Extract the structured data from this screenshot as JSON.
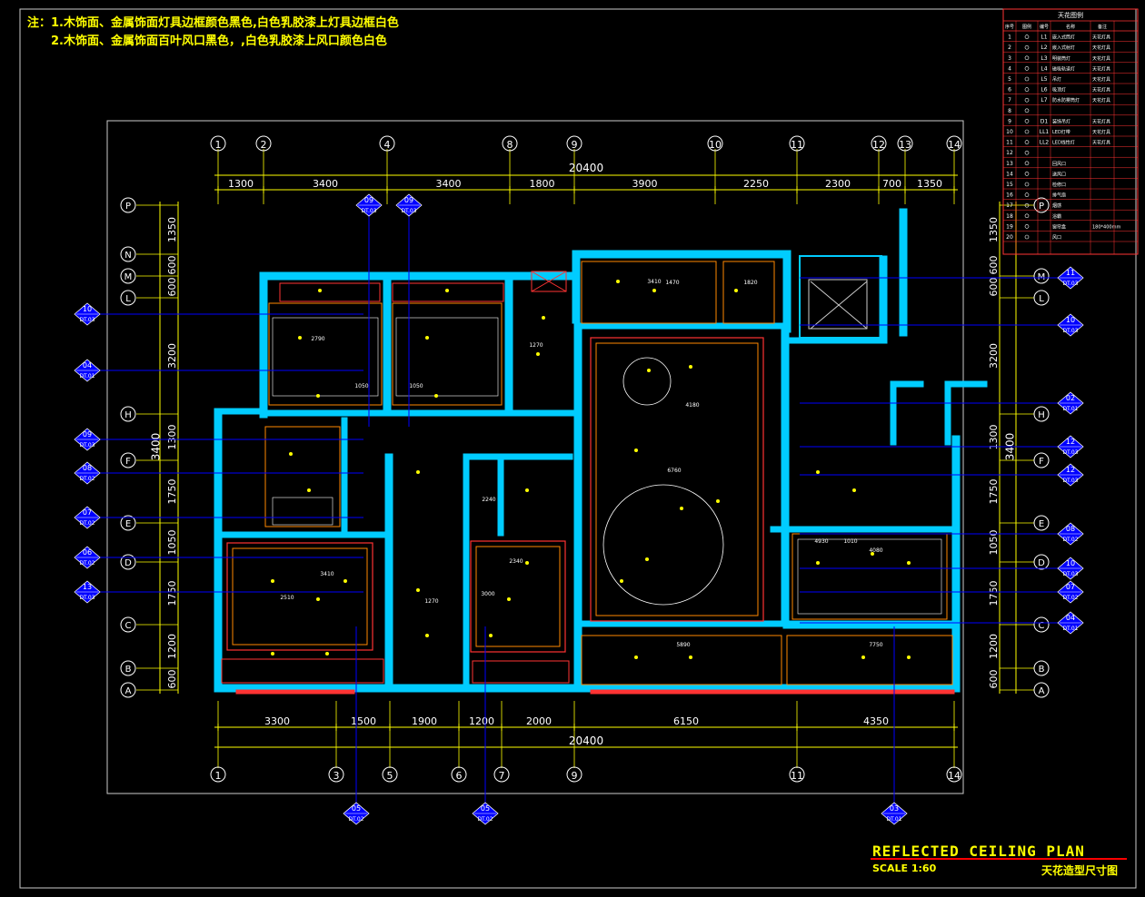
{
  "notes": {
    "line1": "注：1.木饰面、金属饰面灯具边框颜色黑色,白色乳胶漆上灯具边框白色",
    "line2": "2.木饰面、金属饰面百叶风口黑色，,白色乳胶漆上风口颜色白色"
  },
  "title": {
    "main": "REFLECTED CEILING PLAN",
    "scale": "SCALE 1:60",
    "cn": "天花造型尺寸图"
  },
  "colors": {
    "background": "#000000",
    "wall": "#00ccff",
    "grid": "#0000ff",
    "dimension": "#ffff00",
    "detail": "#ff3333",
    "interior": "#ffffff",
    "ceiling": "#ff8800",
    "axis_text": "#ffffff"
  },
  "axes": {
    "top": [
      "1",
      "2",
      "4",
      "8",
      "9",
      "10",
      "11",
      "12",
      "13",
      "14"
    ],
    "bottom": [
      "1",
      "3",
      "5",
      "6",
      "7",
      "9",
      "11",
      "14"
    ],
    "left": [
      "P",
      "N",
      "M",
      "L",
      "H",
      "F",
      "E",
      "D",
      "C",
      "B",
      "A"
    ],
    "right": [
      "P",
      "M",
      "L",
      "H",
      "F",
      "E",
      "D",
      "C",
      "B",
      "A"
    ]
  },
  "dimensions": {
    "top_segments": [
      "1300",
      "3400",
      "3400",
      "1800",
      "3900",
      "2250",
      "2300",
      "700",
      "1350"
    ],
    "top_total": "20400",
    "bottom_segments": [
      "3300",
      "1500",
      "1900",
      "1200",
      "2000",
      "6150",
      "4350"
    ],
    "bottom_total": "20400",
    "left_segments": [
      "1350",
      "600",
      "600",
      "3200",
      "1300",
      "1750",
      "1050",
      "1750",
      "1200",
      "600"
    ],
    "left_total": "3400",
    "right_segments": [
      "1350",
      "600",
      "600",
      "3200",
      "1300",
      "1750",
      "1050",
      "1750",
      "1200",
      "600"
    ],
    "right_total": "3400"
  },
  "section_tags": {
    "left": [
      {
        "num": "10",
        "sheet": "DT.03"
      },
      {
        "num": "04",
        "sheet": "DT.01"
      },
      {
        "num": "09",
        "sheet": "DT.03"
      },
      {
        "num": "08",
        "sheet": "DT.02"
      },
      {
        "num": "07",
        "sheet": "DT.02"
      },
      {
        "num": "06",
        "sheet": "DT.02"
      },
      {
        "num": "13",
        "sheet": "DT.03"
      }
    ],
    "right": [
      {
        "num": "11",
        "sheet": "DT.03"
      },
      {
        "num": "10",
        "sheet": "DT.03"
      },
      {
        "num": "02",
        "sheet": "DT.01"
      },
      {
        "num": "12",
        "sheet": "DT.03"
      },
      {
        "num": "12",
        "sheet": "DT.03"
      },
      {
        "num": "08",
        "sheet": "DT.02"
      },
      {
        "num": "10",
        "sheet": "DT.03"
      },
      {
        "num": "07",
        "sheet": "DT.02"
      },
      {
        "num": "04",
        "sheet": "DT.01"
      }
    ],
    "top": [
      {
        "num": "09",
        "sheet": "DT.03"
      },
      {
        "num": "09",
        "sheet": "DT.03"
      }
    ],
    "bottom": [
      {
        "num": "05",
        "sheet": "DT.02"
      },
      {
        "num": "05",
        "sheet": "DT.02"
      },
      {
        "num": "03",
        "sheet": "DT.01"
      }
    ]
  },
  "room_dims": [
    "2790",
    "1270",
    "3410",
    "1470",
    "1820",
    "2240",
    "4180",
    "6760",
    "5890",
    "4080",
    "7750",
    "2340",
    "3000",
    "3410",
    "2510",
    "1270",
    "1050",
    "1050",
    "4930",
    "1010"
  ],
  "legend": {
    "title": "天花图例",
    "headers": [
      "序号",
      "图例",
      "编号",
      "名称",
      "备注"
    ],
    "rows": [
      {
        "n": "1",
        "code": "L1",
        "name": "嵌入式筒灯",
        "note": "天花灯具"
      },
      {
        "n": "2",
        "code": "L2",
        "name": "嵌入式射灯",
        "note": "天花灯具"
      },
      {
        "n": "3",
        "code": "L3",
        "name": "明装筒灯",
        "note": "天花灯具"
      },
      {
        "n": "4",
        "code": "L4",
        "name": "磁吸轨道灯",
        "note": "天花灯具"
      },
      {
        "n": "5",
        "code": "L5",
        "name": "吊灯",
        "note": "天花灯具"
      },
      {
        "n": "6",
        "code": "L6",
        "name": "吸顶灯",
        "note": "天花灯具"
      },
      {
        "n": "7",
        "code": "L7",
        "name": "防水防雾筒灯",
        "note": "天花灯具"
      },
      {
        "n": "8",
        "code": "",
        "name": "",
        "note": ""
      },
      {
        "n": "9",
        "code": "D1",
        "name": "装饰吊灯",
        "note": "天花灯具"
      },
      {
        "n": "10",
        "code": "LL1",
        "name": "LED灯带",
        "note": "天花灯具"
      },
      {
        "n": "11",
        "code": "LL2",
        "name": "LED线性灯",
        "note": "天花灯具"
      },
      {
        "n": "12",
        "code": "",
        "name": "",
        "note": ""
      },
      {
        "n": "13",
        "code": "",
        "name": "回风口",
        "note": ""
      },
      {
        "n": "14",
        "code": "",
        "name": "送风口",
        "note": ""
      },
      {
        "n": "15",
        "code": "",
        "name": "检修口",
        "note": ""
      },
      {
        "n": "16",
        "code": "",
        "name": "排气扇",
        "note": ""
      },
      {
        "n": "17",
        "code": "",
        "name": "烟感",
        "note": ""
      },
      {
        "n": "18",
        "code": "",
        "name": "浴霸",
        "note": ""
      },
      {
        "n": "19",
        "code": "",
        "name": "窗帘盒",
        "note": "180*400mm"
      },
      {
        "n": "20",
        "code": "",
        "name": "风口",
        "note": ""
      }
    ]
  }
}
